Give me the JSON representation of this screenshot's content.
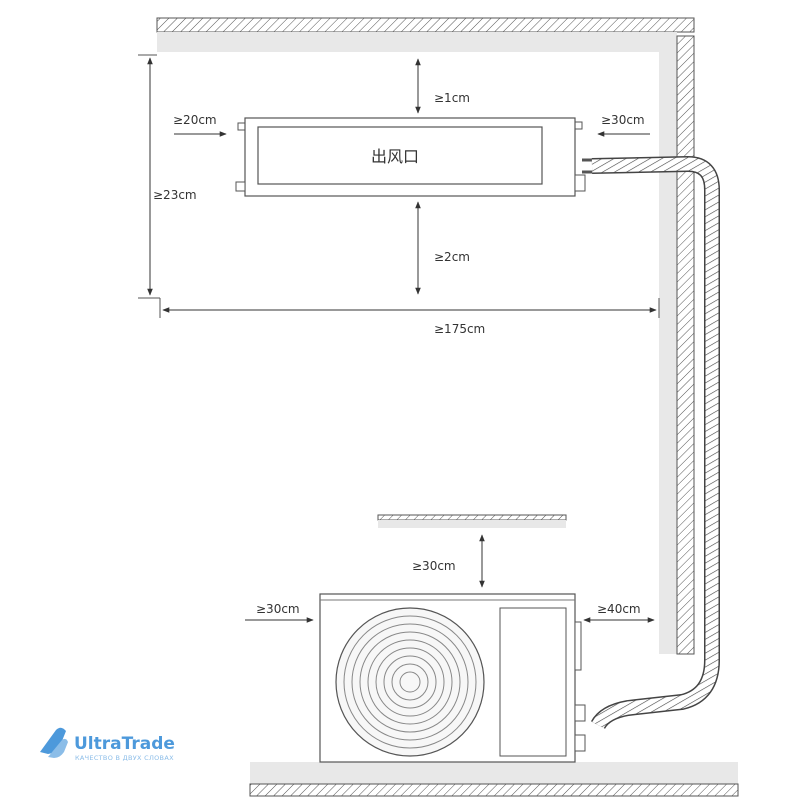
{
  "indoor_unit": {
    "outlet_label": "出风口"
  },
  "clearances": {
    "ceiling": "≥1cm",
    "left_side": "≥20cm",
    "right_side": "≥30cm",
    "height": "≥23cm",
    "below": "≥2cm",
    "floor": "≥175cm",
    "outdoor_top": "≥30cm",
    "outdoor_left": "≥30cm",
    "outdoor_right": "≥40cm"
  },
  "logo": {
    "brand": "UltraTrade",
    "tagline": "КАЧЕСТВО В ДВУХ СЛОВАХ"
  },
  "colors": {
    "accent": "#3a8fd8",
    "wall_fill": "#e8e8e8",
    "line": "#333333"
  }
}
